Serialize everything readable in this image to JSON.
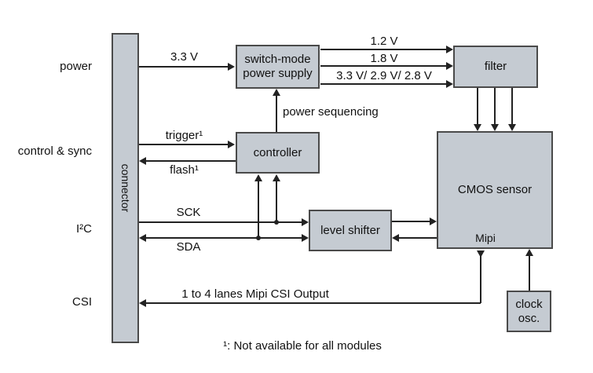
{
  "buses": {
    "power": "power",
    "control_sync": "control & sync",
    "i2c": "I²C",
    "csi": "CSI"
  },
  "blocks": {
    "connector": "connector",
    "smps_line1": "switch-mode",
    "smps_line2": "power supply",
    "controller": "controller",
    "filter": "filter",
    "level_shifter": "level shifter",
    "cmos": "CMOS sensor",
    "mipi_port": "Mipi",
    "clock_line1": "clock",
    "clock_line2": "osc."
  },
  "signals": {
    "v3_3": "3.3 V",
    "v1_2": "1.2 V",
    "v1_8": "1.8 V",
    "v_sel": "3.3 V/ 2.9 V/ 2.8 V",
    "power_sequencing": "power sequencing",
    "trigger": "trigger¹",
    "flash": "flash¹",
    "sck": "SCK",
    "sda": "SDA",
    "csi_output": "1 to 4 lanes Mipi CSI Output"
  },
  "footnote": "¹:  Not available for all modules",
  "colors": {
    "block_fill": "#c5cbd2",
    "block_border": "#4a4a4a",
    "line": "#222222",
    "background": "#ffffff"
  }
}
